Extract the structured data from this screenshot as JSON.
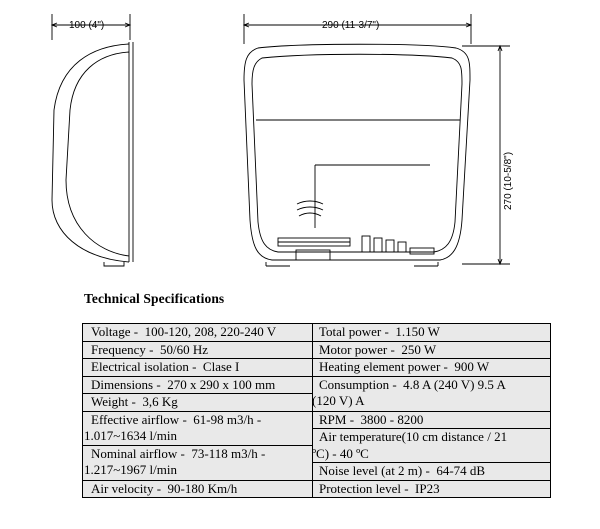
{
  "dimensions": {
    "depth": "100 (4\")",
    "width": "290 (11-3/7\")",
    "height": "270 (10-5/8\")"
  },
  "heading": "Technical Specifications",
  "specs": {
    "left": [
      {
        "label": "Voltage -",
        "value": "100-120, 208, 220-240 V"
      },
      {
        "label": "Frequency -",
        "value": "50/60 Hz"
      },
      {
        "label": "Electrical isolation -",
        "value": "Clase I"
      },
      {
        "label": "Dimensions -",
        "value": "270 x 290 x 100 mm"
      },
      {
        "label": "Weight -",
        "value": "3,6 Kg"
      },
      {
        "label": "Effective airflow -",
        "value": "61-98 m3/h -",
        "cont": "1.017~1634 l/min"
      },
      {
        "label": "Nominal airflow -",
        "value": "73-118 m3/h -",
        "cont": "1.217~1967 l/min"
      },
      {
        "label": "Air velocity -",
        "value": "90-180 Km/h"
      }
    ],
    "right": [
      {
        "label": "Total power -",
        "value": "1.150 W"
      },
      {
        "label": "Motor power -",
        "value": "250 W"
      },
      {
        "label": "Heating element power -",
        "value": "900 W"
      },
      {
        "label": "Consumption -",
        "value": "4.8 A (240 V) 9.5 A",
        "cont": "(120 V) A"
      },
      {
        "label": "RPM -",
        "value": "3800 - 8200"
      },
      {
        "label": "Air temperature(10 cm distance / 21",
        "value": "",
        "cont": "ºC) - 40 ºC"
      },
      {
        "label": "Noise level (at 2 m) -",
        "value": "64-74 dB"
      },
      {
        "label": "Protection level -",
        "value": "IP23"
      }
    ]
  }
}
